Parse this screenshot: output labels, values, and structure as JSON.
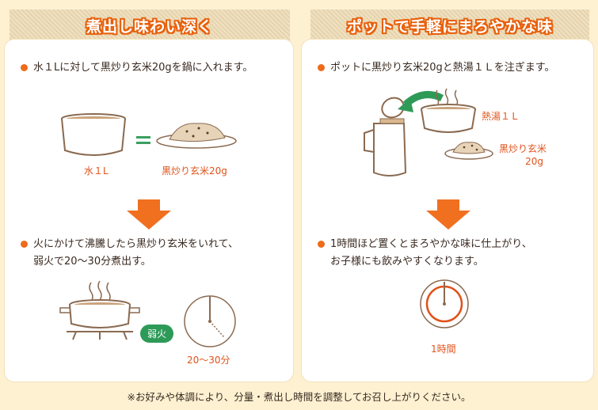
{
  "left": {
    "title": "煮出し味わい深く",
    "step1": "水１Lに対して黒炒り玄米20gを鍋に入れます。",
    "water_label": "水１L",
    "rice_label": "黒炒り玄米20g",
    "step2_line1": "火にかけて沸騰したら黒炒り玄米をいれて、",
    "step2_line2": "弱火で20〜30分煮出す。",
    "heat_badge": "弱火",
    "time_label": "20〜30分"
  },
  "right": {
    "title": "ポットで手軽にまろやかな味",
    "step1": "ポットに黒炒り玄米20gと熱湯１Ｌを注ぎます。",
    "hot_water_label": "熱湯１Ｌ",
    "rice_label_line1": "黒炒り玄米",
    "rice_label_line2": "20g",
    "step2_line1": "1時間ほど置くとまろやかな味に仕上がり、",
    "step2_line2": "お子様にも飲みやすくなります。",
    "time_label": "1時間"
  },
  "footnote": "※お好みや体調により、分量・煮出し時間を調整してお召し上がりください。",
  "colors": {
    "accent": "#ee6b1c",
    "background": "#fdf1d2",
    "badge": "#2e9a58"
  }
}
